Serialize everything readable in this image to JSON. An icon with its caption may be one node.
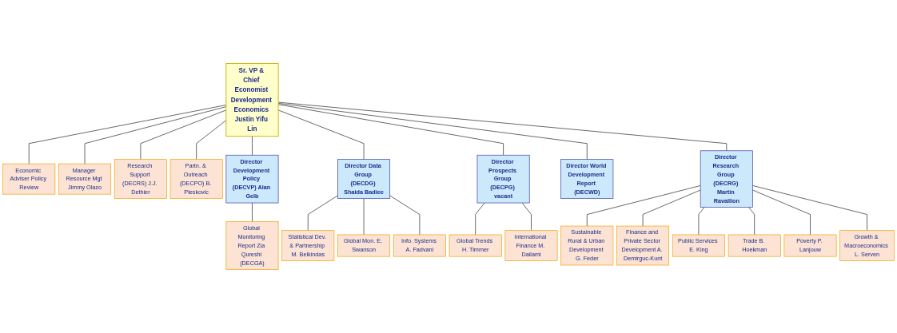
{
  "diagram": {
    "nodes": [
      {
        "text": [
          "Sr. VP & Chief Economist Development Economics Justin Yifu Lin"
        ]
      },
      {
        "text": [
          "Economic Adviser Policy Review"
        ]
      },
      {
        "text": [
          "Manager Resource Mgt Jimmy Olazo"
        ]
      },
      {
        "text": [
          "Research Support (DECRS) J.J. Dethier"
        ]
      },
      {
        "text": [
          "Partn. & Outreach (DECPO) B. Pleskovic"
        ]
      },
      {
        "text": [
          "Director Development Policy (DECVP) Alan Gelb"
        ]
      },
      {
        "text": [
          "Director Data Group (DECDG) Shaida Badiee"
        ]
      },
      {
        "text": [
          "Director Prospects Group (DECPG) vacant"
        ]
      },
      {
        "text": [
          "Director Research Group (DECRG) Martin Ravallion"
        ]
      },
      {
        "text": [
          "Director World Development Report (DECWD)"
        ]
      },
      {
        "text": [
          "Global Monitoring Report Zia Qureshi (DECGA)"
        ]
      },
      {
        "text": [
          "Statistical Dev. & Partnership M. Belkindas"
        ]
      },
      {
        "text": [
          "Global Mon. E. Swanson"
        ]
      },
      {
        "text": [
          "Info. Systems A. Fadvani"
        ]
      },
      {
        "text": [
          "Global Trends H. Timmer"
        ]
      },
      {
        "text": [
          "International Finance M. Dailami"
        ]
      },
      {
        "text": [
          "Sustainable Rural & Urban Development G. Feder"
        ]
      },
      {
        "text": [
          "Finance and Private Sector Development A. Demirguc-Kunt"
        ]
      },
      {
        "text": [
          "Public Services E. King"
        ]
      },
      {
        "text": [
          "Trade B. Hoekman"
        ]
      },
      {
        "text": [
          "Poverty P. Lanjouw"
        ]
      },
      {
        "text": [
          "Growth & Macroeconomics L. Serven"
        ]
      }
    ],
    "edges": [
      {
        "from": 0,
        "to": 1,
        "arrow": "none"
      },
      {
        "from": 0,
        "to": 2,
        "arrow": "none"
      },
      {
        "from": 0,
        "to": 3,
        "arrow": "none"
      },
      {
        "from": 0,
        "to": 4,
        "arrow": "none"
      },
      {
        "from": 0,
        "to": 5,
        "arrow": "none"
      },
      {
        "from": 0,
        "to": 6,
        "arrow": "none"
      },
      {
        "from": 0,
        "to": 7,
        "arrow": "none"
      },
      {
        "from": 0,
        "to": 8,
        "arrow": "none"
      },
      {
        "from": 0,
        "to": 9,
        "arrow": "none"
      },
      {
        "from": 5,
        "to": 10,
        "arrow": "none"
      },
      {
        "from": 6,
        "to": 11,
        "arrow": "none"
      },
      {
        "from": 6,
        "to": 12,
        "arrow": "none"
      },
      {
        "from": 6,
        "to": 13,
        "arrow": "none"
      },
      {
        "from": 7,
        "to": 14,
        "arrow": "none"
      },
      {
        "from": 7,
        "to": 15,
        "arrow": "none"
      },
      {
        "from": 8,
        "to": 16,
        "arrow": "none"
      },
      {
        "from": 8,
        "to": 17,
        "arrow": "none"
      },
      {
        "from": 8,
        "to": 18,
        "arrow": "none"
      },
      {
        "from": 8,
        "to": 19,
        "arrow": "none"
      },
      {
        "from": 8,
        "to": 20,
        "arrow": "none"
      },
      {
        "from": 8,
        "to": 21,
        "arrow": "none"
      }
    ]
  }
}
